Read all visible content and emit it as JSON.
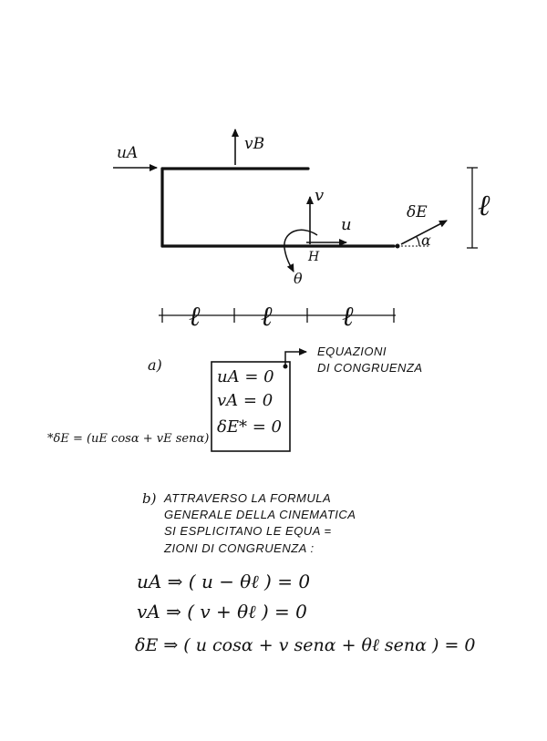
{
  "diagram": {
    "labels": {
      "uA": "uA",
      "vB": "vB",
      "v": "v",
      "u": "u",
      "H": "H",
      "theta": "θ",
      "deltaE": "δE",
      "alpha": "α",
      "l_right": "ℓ",
      "l_dim": [
        "ℓ",
        "ℓ",
        "ℓ"
      ]
    }
  },
  "part_a": {
    "marker": "a)",
    "equations": [
      "uA = 0",
      "vA = 0",
      "δE* = 0"
    ],
    "callout": [
      "EQUAZIONI",
      "DI CONGRUENZA"
    ],
    "footnote": "*δE = (uE cosα + vE senα)"
  },
  "part_b": {
    "marker": "b)",
    "text": [
      "ATTRAVERSO LA FORMULA",
      "GENERALE DELLA CINEMATICA",
      "SI ESPLICITANO LE EQUA =",
      "ZIONI DI CONGRUENZA :"
    ],
    "equations": [
      "uA ⇒ ( u − θℓ ) = 0",
      "vA ⇒ ( v + θℓ ) = 0",
      "δE ⇒ ( u cosα + v senα + θℓ senα ) = 0"
    ]
  }
}
